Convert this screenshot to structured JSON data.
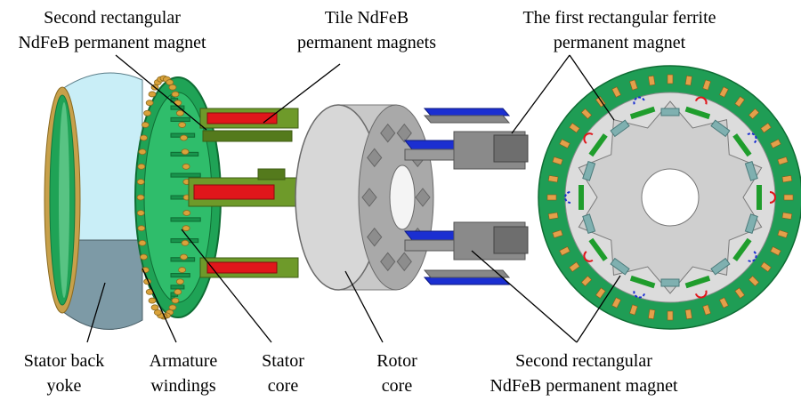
{
  "labels": {
    "second_rect_top": [
      "Second rectangular",
      "NdFeB permanent magnet"
    ],
    "tile_ndfeb": [
      "Tile NdFeB",
      "permanent magnets"
    ],
    "first_rect_ferrite": [
      "The first rectangular ferrite",
      "permanent magnet"
    ],
    "stator_back_yoke": [
      "Stator back",
      "yoke"
    ],
    "armature_windings": [
      "Armature",
      "windings"
    ],
    "stator_core": [
      "Stator",
      "core"
    ],
    "rotor_core": [
      "Rotor",
      "core"
    ],
    "second_rect_bottom": [
      "Second rectangular",
      "NdFeB permanent magnet"
    ]
  },
  "colors": {
    "stator_core": "#1fa356",
    "stator_back_yoke_top": "#c9eef7",
    "stator_back_yoke_bottom": "#7d9aa6",
    "windings": "#d9a23a",
    "tile_ndfeb": "#e0161b",
    "rect_ndfeb": "#1b2fd1",
    "ferrite": "#6e9a2a",
    "rotor_core": "#c8c8c8",
    "yoke_band": "#1f9d55"
  }
}
